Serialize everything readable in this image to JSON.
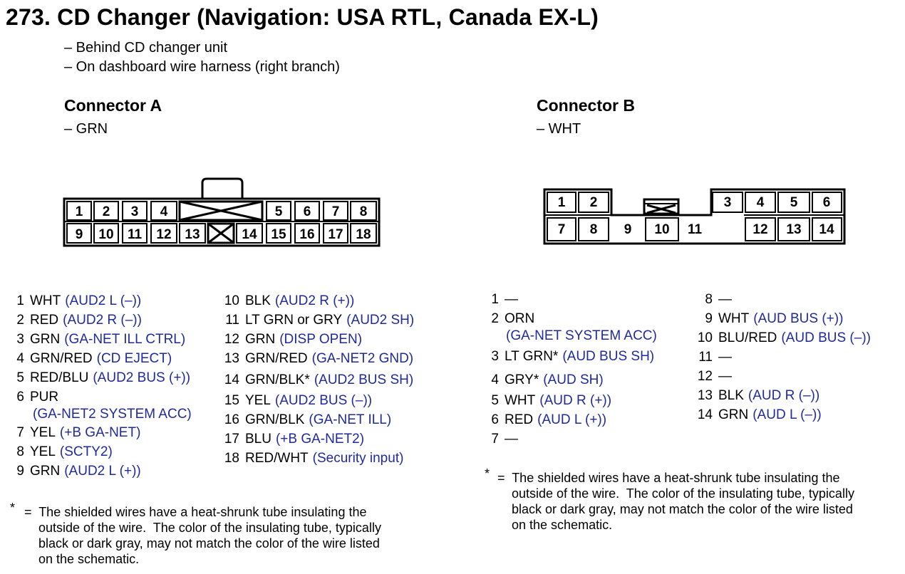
{
  "title": "273. CD Changer (Navigation: USA RTL, Canada EX-L)",
  "locations": [
    "– Behind CD changer unit",
    "– On dashboard wire harness (right branch)"
  ],
  "connector_a": {
    "name": "Connector A",
    "color": "– GRN",
    "pins": [
      {
        "num": "1",
        "wire": "WHT",
        "desc": "(AUD2 L (–))"
      },
      {
        "num": "2",
        "wire": "RED",
        "desc": "(AUD2 R (–))"
      },
      {
        "num": "3",
        "wire": "GRN",
        "desc": "(GA-NET ILL CTRL)"
      },
      {
        "num": "4",
        "wire": "GRN/RED",
        "desc": "(CD EJECT)"
      },
      {
        "num": "5",
        "wire": "RED/BLU",
        "desc": "(AUD2 BUS (+))"
      },
      {
        "num": "6",
        "wire": "PUR",
        "desc": "(GA-NET2 SYSTEM ACC)"
      },
      {
        "num": "7",
        "wire": "YEL",
        "desc": "(+B GA-NET)"
      },
      {
        "num": "8",
        "wire": "YEL",
        "desc": "(SCTY2)"
      },
      {
        "num": "9",
        "wire": "GRN",
        "desc": "(AUD2 L (+))"
      },
      {
        "num": "10",
        "wire": "BLK",
        "desc": "(AUD2 R (+))"
      },
      {
        "num": "11",
        "wire": "LT GRN or GRY",
        "desc": "(AUD2 SH)"
      },
      {
        "num": "12",
        "wire": "GRN",
        "desc": "(DISP OPEN)"
      },
      {
        "num": "13",
        "wire": "GRN/RED",
        "desc": "(GA-NET2 GND)"
      },
      {
        "num": "14",
        "wire": "GRN/BLK*",
        "desc": "(AUD2 BUS SH)"
      },
      {
        "num": "15",
        "wire": "YEL",
        "desc": "(AUD2 BUS (–))"
      },
      {
        "num": "16",
        "wire": "GRN/BLK",
        "desc": "(GA-NET ILL)"
      },
      {
        "num": "17",
        "wire": "BLU",
        "desc": "(+B GA-NET2)"
      },
      {
        "num": "18",
        "wire": "RED/WHT",
        "desc": "(Security input)"
      }
    ],
    "cells": [
      "1",
      "2",
      "3",
      "4",
      "5",
      "6",
      "7",
      "8",
      "9",
      "10",
      "11",
      "12",
      "13",
      "14",
      "15",
      "16",
      "17",
      "18"
    ]
  },
  "connector_b": {
    "name": "Connector B",
    "color": "– WHT",
    "pins": [
      {
        "num": "1",
        "wire": "—",
        "desc": ""
      },
      {
        "num": "2",
        "wire": "ORN",
        "desc": "(GA-NET SYSTEM ACC)"
      },
      {
        "num": "3",
        "wire": "LT GRN*",
        "desc": "(AUD BUS SH)"
      },
      {
        "num": "4",
        "wire": "GRY*",
        "desc": "(AUD SH)"
      },
      {
        "num": "5",
        "wire": "WHT",
        "desc": "(AUD R (+))"
      },
      {
        "num": "6",
        "wire": "RED",
        "desc": "(AUD L (+))"
      },
      {
        "num": "7",
        "wire": "—",
        "desc": ""
      },
      {
        "num": "8",
        "wire": "—",
        "desc": ""
      },
      {
        "num": "9",
        "wire": "WHT",
        "desc": "(AUD BUS (+))"
      },
      {
        "num": "10",
        "wire": "BLU/RED",
        "desc": "(AUD BUS (–))"
      },
      {
        "num": "11",
        "wire": "—",
        "desc": ""
      },
      {
        "num": "12",
        "wire": "—",
        "desc": ""
      },
      {
        "num": "13",
        "wire": "BLK",
        "desc": "(AUD R (–))"
      },
      {
        "num": "14",
        "wire": "GRN",
        "desc": "(AUD L (–))"
      }
    ],
    "cells": [
      "1",
      "2",
      "3",
      "4",
      "5",
      "6",
      "7",
      "8",
      "9",
      "10",
      "11",
      "12",
      "13",
      "14"
    ]
  },
  "note": {
    "marker": "*",
    "text": "=  The shielded wires have a heat-shrunk tube insulating the\n    outside of the wire.  The color of the insulating tube, typically\n    black or dark gray, may not match the color of the wire listed\n    on the schematic."
  },
  "colors": {
    "text": "#000000",
    "description": "#1f2a9c"
  }
}
